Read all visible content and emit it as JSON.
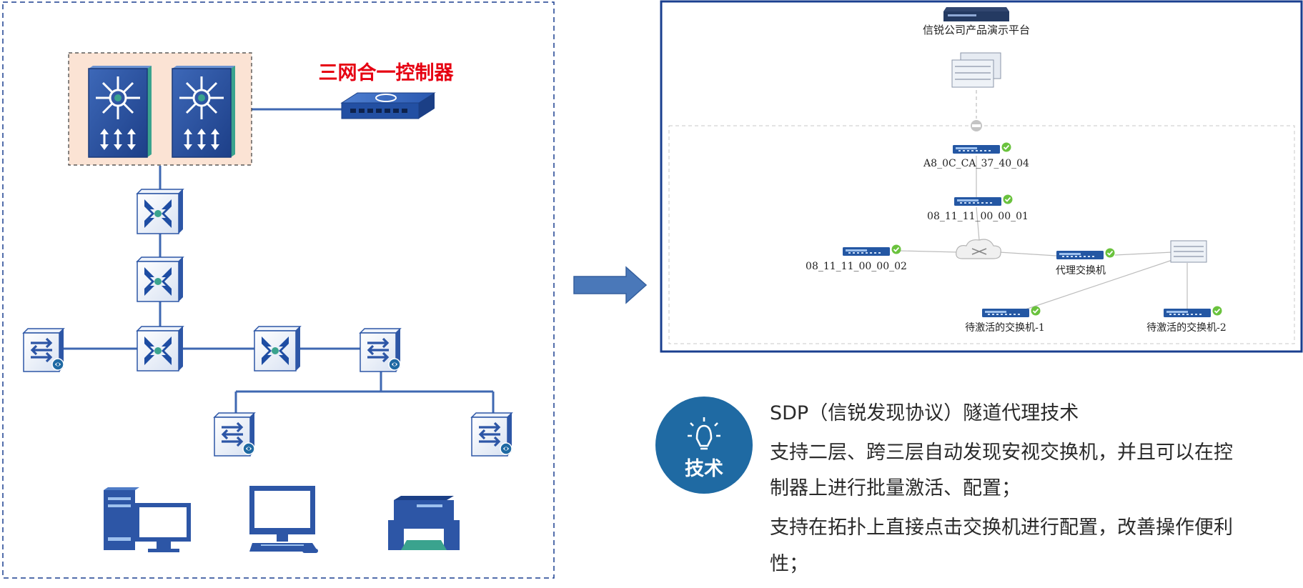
{
  "left_diagram": {
    "controller_label": "三网合一控制器"
  },
  "topology": {
    "platform_label": "信锐公司产品演示平台",
    "nodes": {
      "switch_a": "A8_0C_CA_37_40_04",
      "switch_b": "08_11_11_00_00_01",
      "switch_c": "08_11_11_00_00_02",
      "proxy": "代理交换机",
      "pending_1": "待激活的交换机-1",
      "pending_2": "待激活的交换机-2"
    }
  },
  "tech_section": {
    "badge_label": "技术",
    "title": "SDP（信锐发现协议）隧道代理技术",
    "lines": [
      "支持二层、跨三层自动发现安视交换机，并且可以在控",
      "制器上进行批量激活、配置；",
      "支持在拓扑上直接点击交换机进行配置，改善操作便利",
      "性；"
    ]
  },
  "colors": {
    "accent_blue": "#1a3f8f",
    "device_blue": "#2d56a6",
    "badge_blue": "#1f6aa3",
    "arrow_blue": "#4a78b9",
    "controller_red": "#e60012",
    "core_highlight": "#fbe3d4",
    "status_green": "#6ac23d"
  }
}
